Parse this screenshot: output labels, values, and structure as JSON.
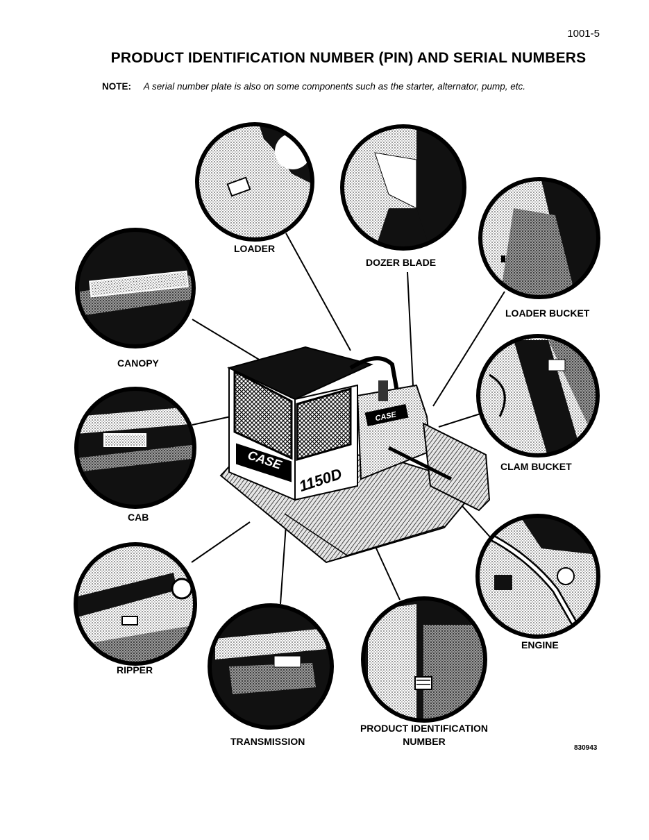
{
  "page_number": "1001-5",
  "title": "PRODUCT IDENTIFICATION NUMBER (PIN) AND SERIAL NUMBERS",
  "note": {
    "label": "NOTE:",
    "text": "A serial number plate is also on some components such as the starter, alternator, pump, etc."
  },
  "machine": {
    "brand": "CASE",
    "model": "1150D"
  },
  "callouts": {
    "loader": "LOADER",
    "dozer_blade": "DOZER BLADE",
    "loader_bucket": "LOADER BUCKET",
    "canopy": "CANOPY",
    "clam_bucket": "CLAM BUCKET",
    "cab": "CAB",
    "engine": "ENGINE",
    "ripper": "RIPPER",
    "transmission": "TRANSMISSION",
    "pin_line1": "PRODUCT IDENTIFICATION",
    "pin_line2": "NUMBER"
  },
  "figure_id": "830943"
}
